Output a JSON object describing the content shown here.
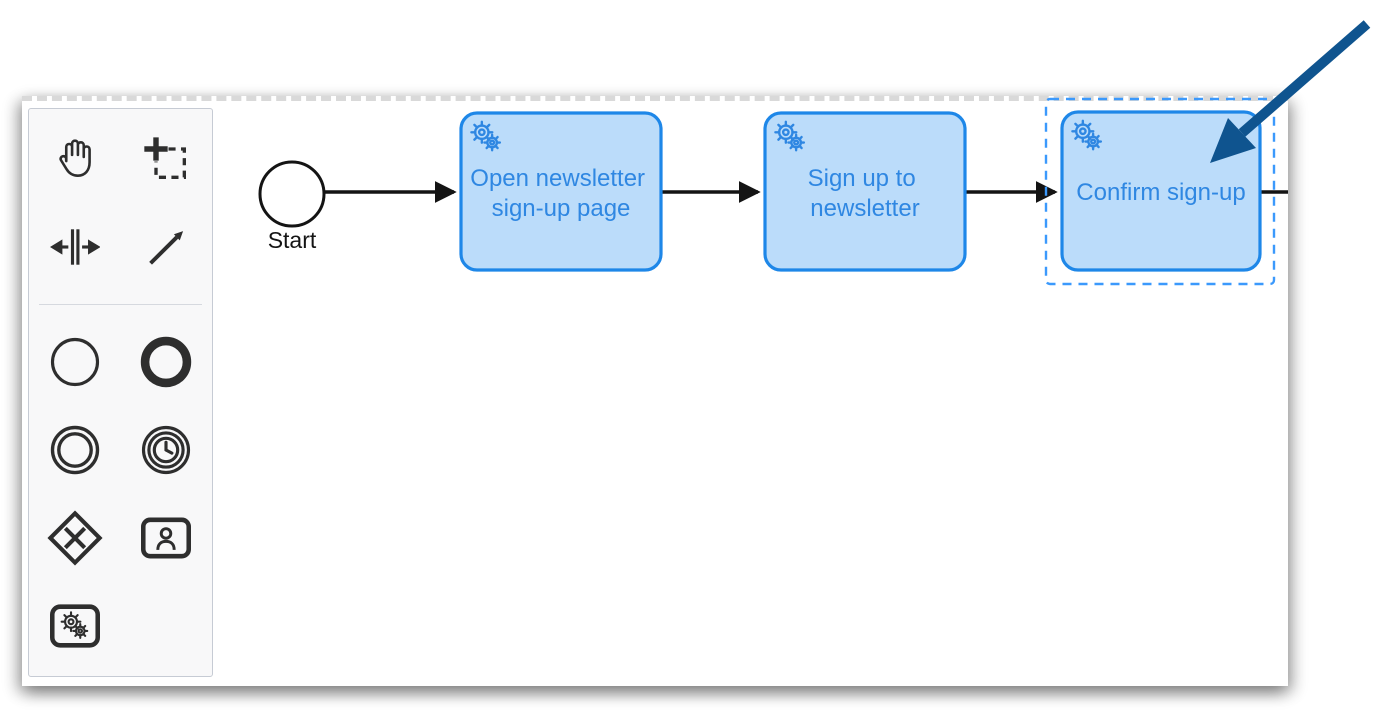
{
  "app": {
    "name": "bpmn-modeler-canvas"
  },
  "palette": {
    "items": [
      {
        "icon": "hand-tool-icon"
      },
      {
        "icon": "lasso-tool-icon"
      },
      {
        "icon": "space-tool-icon"
      },
      {
        "icon": "global-connect-tool-icon"
      },
      {
        "icon": "start-event-icon"
      },
      {
        "icon": "end-event-icon"
      },
      {
        "icon": "intermediate-event-icon"
      },
      {
        "icon": "timer-event-icon"
      },
      {
        "icon": "exclusive-gateway-icon"
      },
      {
        "icon": "user-task-icon"
      },
      {
        "icon": "service-task-icon"
      }
    ]
  },
  "diagram": {
    "start_event": {
      "label": "Start"
    },
    "tasks": [
      {
        "type": "service-task",
        "label": "Open newsletter sign-up page",
        "line1": "Open newsletter",
        "line2": "sign-up page",
        "selected": false
      },
      {
        "type": "service-task",
        "label": "Sign up to newsletter",
        "line1": "Sign up to",
        "line2": "newsletter",
        "selected": false
      },
      {
        "type": "service-task",
        "label": "Confirm sign-up",
        "line1": "Confirm sign-up",
        "line2": "",
        "selected": true
      }
    ],
    "flows": [
      {
        "from": "Start",
        "to": "Open newsletter sign-up page"
      },
      {
        "from": "Open newsletter sign-up page",
        "to": "Sign up to newsletter"
      },
      {
        "from": "Sign up to newsletter",
        "to": "Confirm sign-up"
      },
      {
        "from": "Confirm sign-up",
        "to": "(off-canvas)"
      }
    ]
  },
  "annotation": {
    "type": "callout-arrow",
    "points_to": "Confirm sign-up"
  },
  "colors": {
    "task_fill": "#bbdcfa",
    "task_stroke": "#1e87e8",
    "task_text": "#2f87e2",
    "selection_outline": "#3b99fc",
    "flow_stroke": "#141414",
    "annotation_arrow": "#0f548f",
    "palette_bg": "#f8f8f9",
    "palette_border": "#c6cbd4",
    "palette_icon": "#2e2e2e"
  }
}
